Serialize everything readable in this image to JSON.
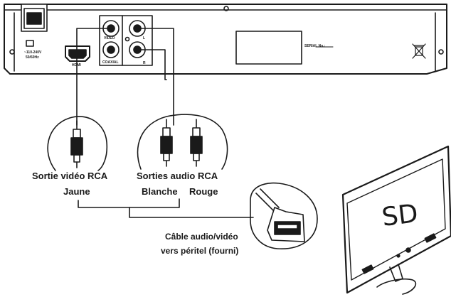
{
  "panel": {
    "power_label": "~110-240V\n50/60Hz",
    "power_line1": "~110-240V",
    "power_line2": "50/60Hz",
    "hdmi_label": "HDMI",
    "video_label": "VIDEO",
    "coaxial_label": "COAXIAL",
    "left_label": "L",
    "right_label": "R",
    "serial_label": "SERIAL No.:"
  },
  "connectors": {
    "video_output_line1": "Sortie vidéo RCA",
    "video_output_line2": "Jaune",
    "audio_output_line1": "Sorties audio RCA",
    "audio_white": "Blanche",
    "audio_red": "Rouge"
  },
  "cable": {
    "line1": "Câble audio/vidéo",
    "line2": "vers péritel (fourni)"
  },
  "tv": {
    "screen_text": "SD"
  },
  "colors": {
    "stroke": "#1a1a1a",
    "panel_fill": "#ffffff",
    "background": "#ffffff"
  }
}
